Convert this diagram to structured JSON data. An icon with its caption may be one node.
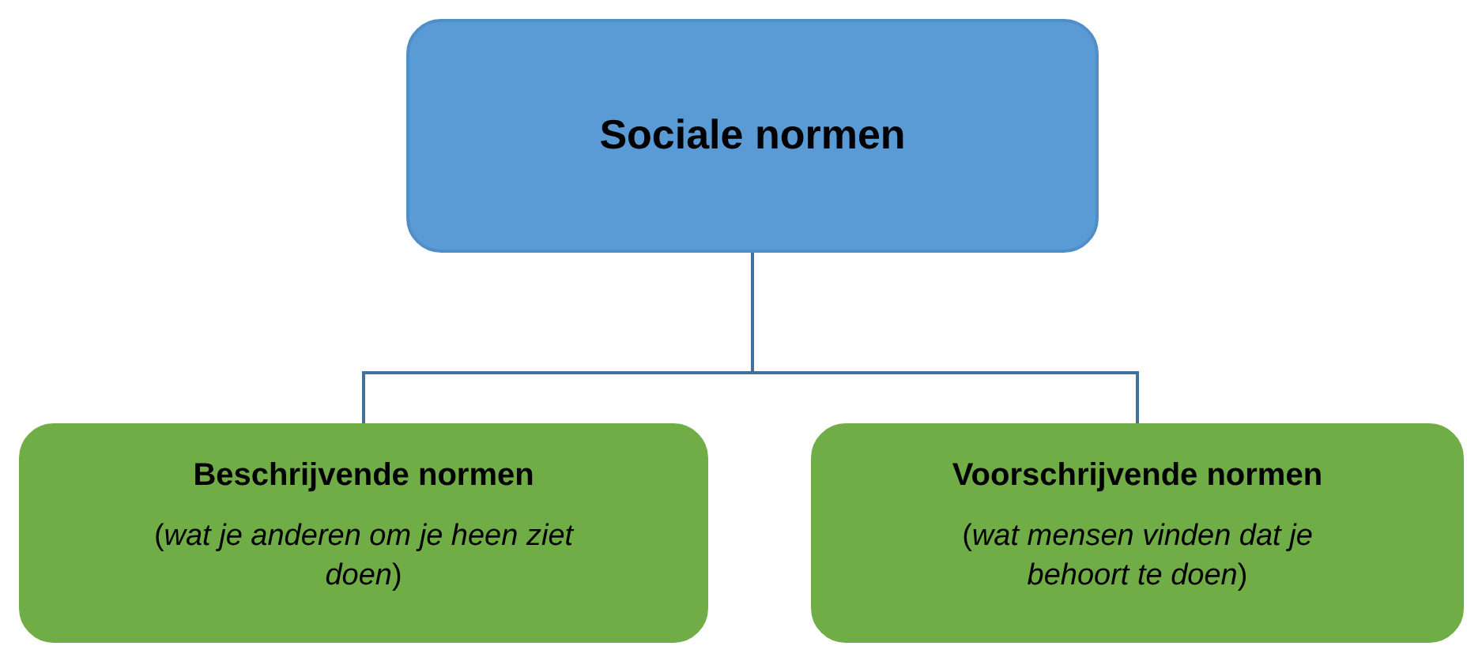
{
  "diagram": {
    "nodes": [
      {
        "text": [
          "Sociale normen"
        ]
      },
      {
        "text": [
          "Beschrijvende normen",
          "(*wat je anderen om je heen ziet doen*)"
        ]
      },
      {
        "text": [
          "Voorschrijvende normen",
          "(*wat mensen vinden dat je behoort te doen*)"
        ]
      }
    ],
    "edges": [
      {
        "from": 0,
        "to": 1,
        "arrow": "none"
      },
      {
        "from": 0,
        "to": 2,
        "arrow": "none"
      }
    ]
  }
}
